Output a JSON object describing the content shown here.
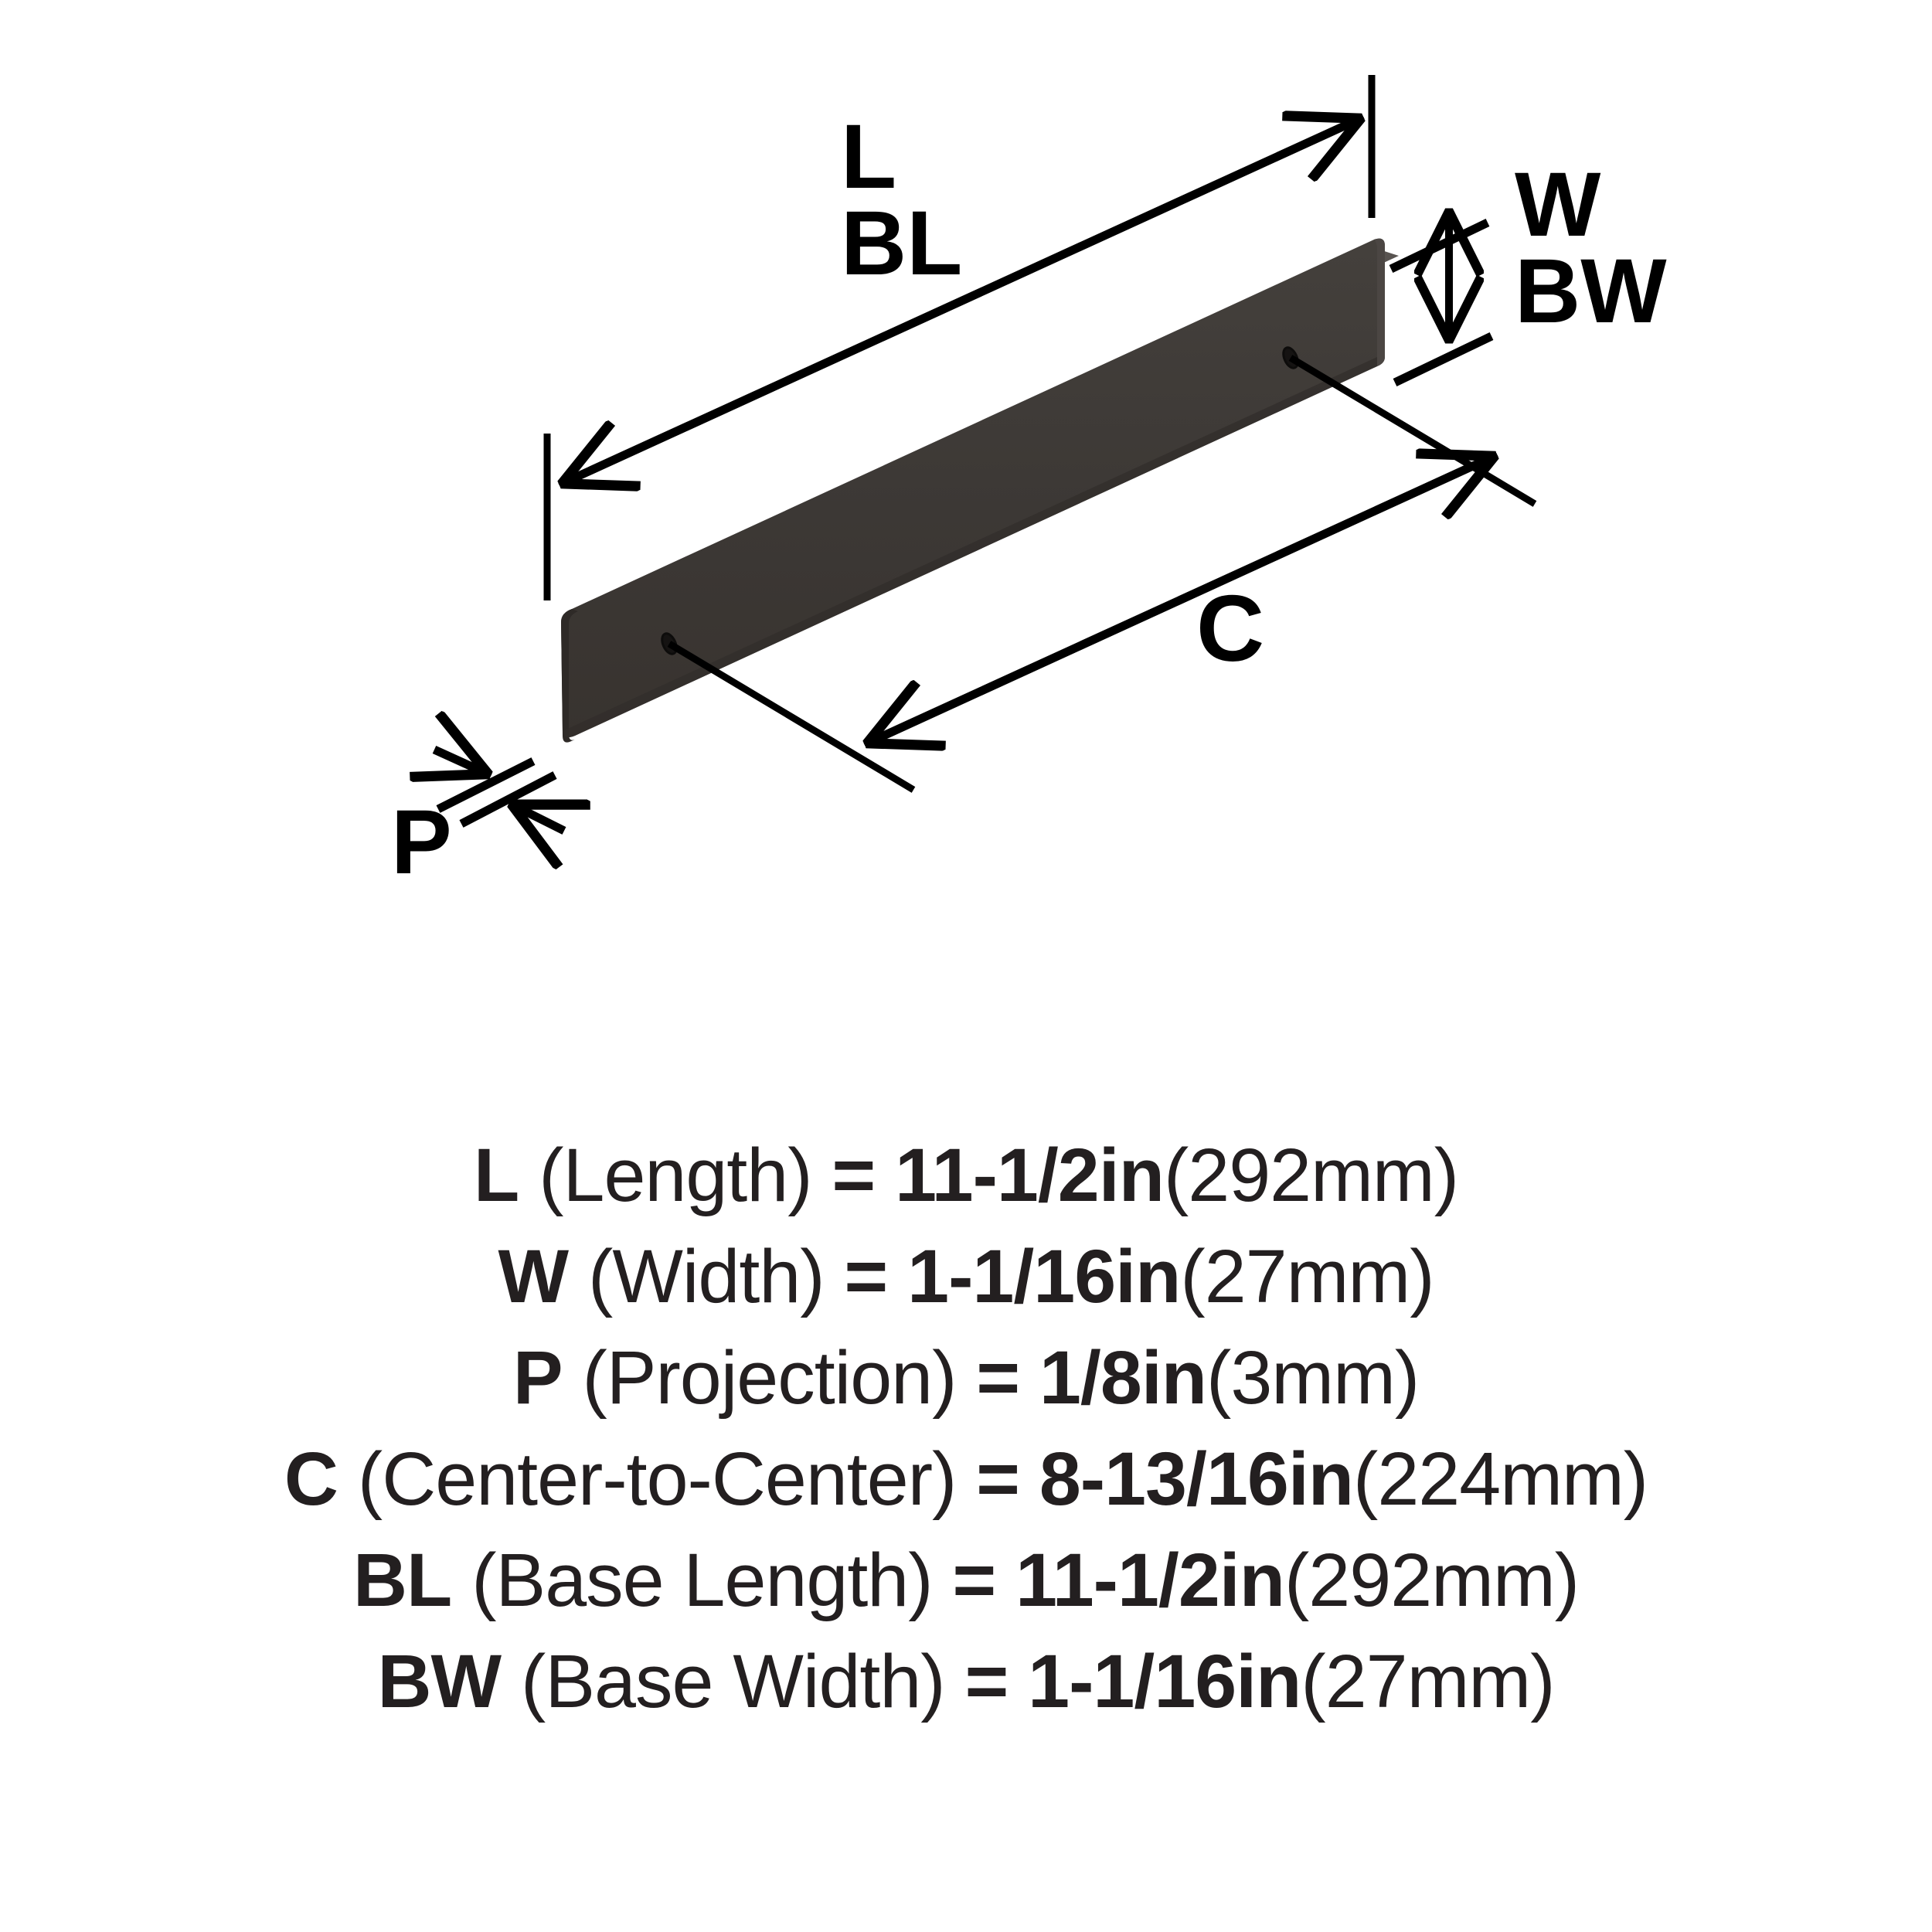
{
  "diagram": {
    "labels": {
      "length": "L",
      "base_length": "BL",
      "width": "W",
      "base_width": "BW",
      "projection": "P",
      "center_to_center": "C"
    },
    "colors": {
      "body": "#3d3936",
      "body_dark": "#34302d",
      "bevel_top": "#6b6561",
      "bevel_side": "#4a4542",
      "line": "#000000",
      "background": "#ffffff"
    }
  },
  "specs": [
    {
      "code": "L",
      "name": "(Length)",
      "eq": "=",
      "imperial": "11-1/2in",
      "metric": "(292mm)"
    },
    {
      "code": "W",
      "name": "(Width)",
      "eq": "=",
      "imperial": "1-1/16in",
      "metric": "(27mm)"
    },
    {
      "code": "P",
      "name": "(Projection)",
      "eq": "=",
      "imperial": "1/8in",
      "metric": "(3mm)"
    },
    {
      "code": "C",
      "name": "(Center-to-Center)",
      "eq": "=",
      "imperial": "8-13/16in",
      "metric": "(224mm)"
    },
    {
      "code": "BL",
      "name": "(Base Length)",
      "eq": "=",
      "imperial": "11-1/2in",
      "metric": "(292mm)"
    },
    {
      "code": "BW",
      "name": "(Base Width)",
      "eq": "=",
      "imperial": "1-1/16in",
      "metric": "(27mm)"
    }
  ]
}
